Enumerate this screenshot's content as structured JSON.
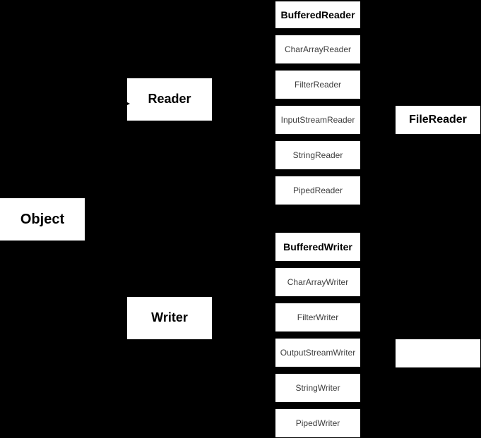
{
  "colors": {
    "background": "#000000",
    "node_fill": "#ffffff",
    "node_text": "#000000"
  },
  "nodes": {
    "object": "Object",
    "reader": "Reader",
    "writer": "Writer",
    "buffered_reader": "BufferedReader",
    "char_array_reader": "CharArrayReader",
    "filter_reader": "FilterReader",
    "input_stream_reader": "InputStreamReader",
    "string_reader": "StringReader",
    "piped_reader": "PipedReader",
    "file_reader": "FileReader",
    "buffered_writer": "BufferedWriter",
    "char_array_writer": "CharArrayWriter",
    "filter_writer": "FilterWriter",
    "output_stream_writer": "OutputStreamWriter",
    "string_writer": "StringWriter",
    "piped_writer": "PipedWriter"
  }
}
